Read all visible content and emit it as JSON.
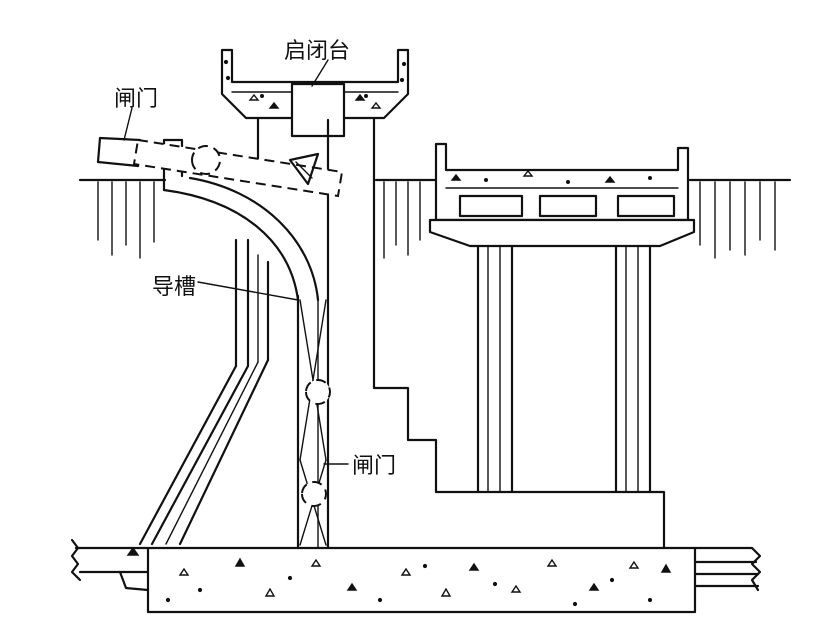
{
  "labels": {
    "hoist_platform": "启闭台",
    "gate_upper": "闸门",
    "guide_slot": "导槽",
    "gate_lower": "闸门"
  },
  "colors": {
    "line": "#111111",
    "paper": "#ffffff"
  }
}
